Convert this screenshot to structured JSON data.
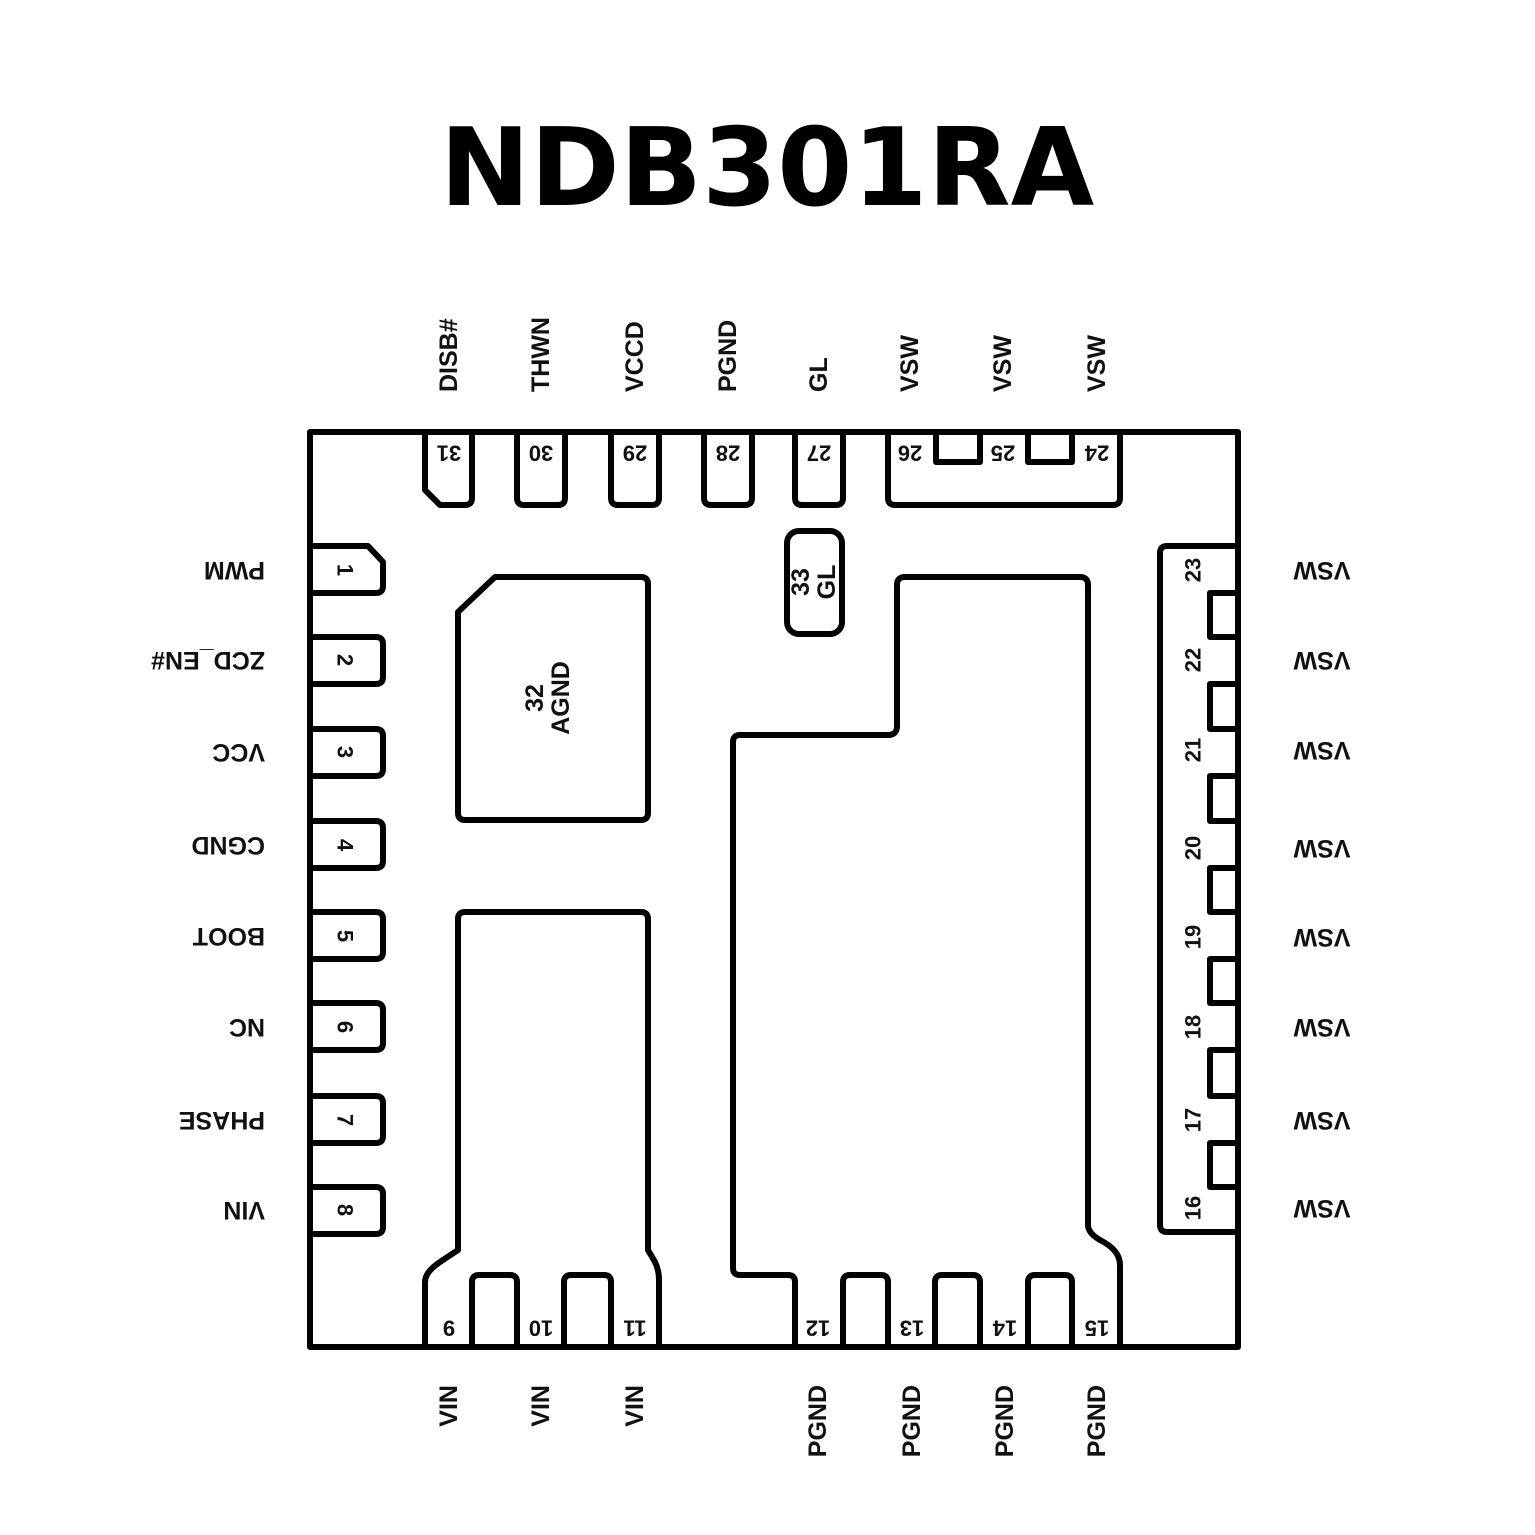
{
  "title": "NDB301RA",
  "top_pins": [
    {
      "num": "31",
      "label": "DISB#"
    },
    {
      "num": "30",
      "label": "THWN"
    },
    {
      "num": "29",
      "label": "VCCD"
    },
    {
      "num": "28",
      "label": "PGND"
    },
    {
      "num": "27",
      "label": "GL"
    },
    {
      "num": "26",
      "label": "VSW"
    },
    {
      "num": "25",
      "label": "VSW"
    },
    {
      "num": "24",
      "label": "VSW"
    }
  ],
  "left_pins": [
    {
      "num": "1",
      "label": "PWM"
    },
    {
      "num": "2",
      "label": "ZCD_EN#"
    },
    {
      "num": "3",
      "label": "VCC"
    },
    {
      "num": "4",
      "label": "CGND"
    },
    {
      "num": "5",
      "label": "BOOT"
    },
    {
      "num": "6",
      "label": "NC"
    },
    {
      "num": "7",
      "label": "PHASE"
    },
    {
      "num": "8",
      "label": "VIN"
    }
  ],
  "right_pins": [
    {
      "num": "23",
      "label": "VSW"
    },
    {
      "num": "22",
      "label": "VSW"
    },
    {
      "num": "21",
      "label": "VSW"
    },
    {
      "num": "20",
      "label": "VSW"
    },
    {
      "num": "19",
      "label": "VSW"
    },
    {
      "num": "18",
      "label": "VSW"
    },
    {
      "num": "17",
      "label": "VSW"
    },
    {
      "num": "16",
      "label": "VSW"
    }
  ],
  "bottom_pins": [
    {
      "num": "9",
      "label": "VIN"
    },
    {
      "num": "10",
      "label": "VIN"
    },
    {
      "num": "11",
      "label": "VIN"
    },
    {
      "num": "12",
      "label": "PGND"
    },
    {
      "num": "13",
      "label": "PGND"
    },
    {
      "num": "14",
      "label": "PGND"
    },
    {
      "num": "15",
      "label": "PGND"
    }
  ],
  "pads": {
    "agnd": {
      "num": "32",
      "label": "AGND"
    },
    "gl": {
      "num": "33",
      "label": "GL"
    }
  }
}
